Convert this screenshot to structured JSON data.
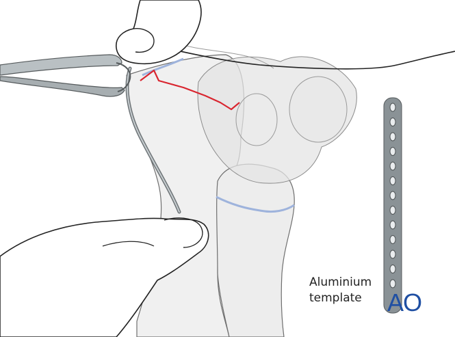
{
  "label": {
    "line1": "Aluminium",
    "line2": "template"
  },
  "logo": {
    "text": "AO",
    "color": "#1f4fa3"
  },
  "colors": {
    "fracture": "#d9252f",
    "growth_plate": "#9eb3dc",
    "bone_fill": "#ececec",
    "bone_outline": "#6e6e6e",
    "instrument": "#8c9396",
    "template_fill": "#8a9296"
  }
}
